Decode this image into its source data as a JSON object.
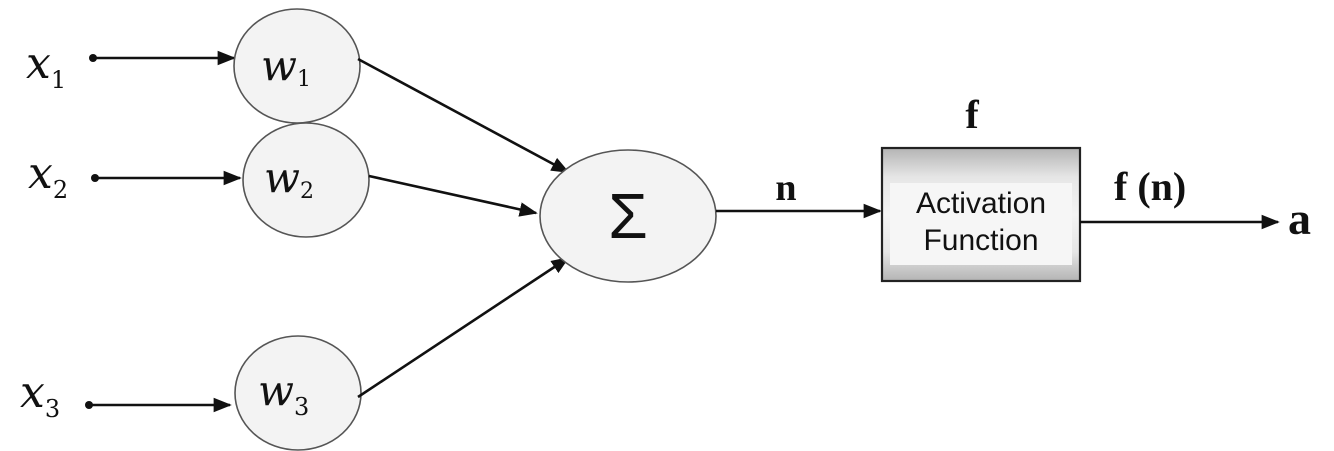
{
  "inputs": [
    {
      "symbol": "x",
      "index": "1"
    },
    {
      "symbol": "x",
      "index": "2"
    },
    {
      "symbol": "x",
      "index": "3"
    }
  ],
  "weights": [
    {
      "symbol": "w",
      "index": "1"
    },
    {
      "symbol": "w",
      "index": "2"
    },
    {
      "symbol": "w",
      "index": "3"
    }
  ],
  "summation": {
    "symbol": "Σ"
  },
  "net_label": "n",
  "activation": {
    "title": "f",
    "line1": "Activation",
    "line2": "Function"
  },
  "output_label": "f (n)",
  "output_symbol": "a"
}
